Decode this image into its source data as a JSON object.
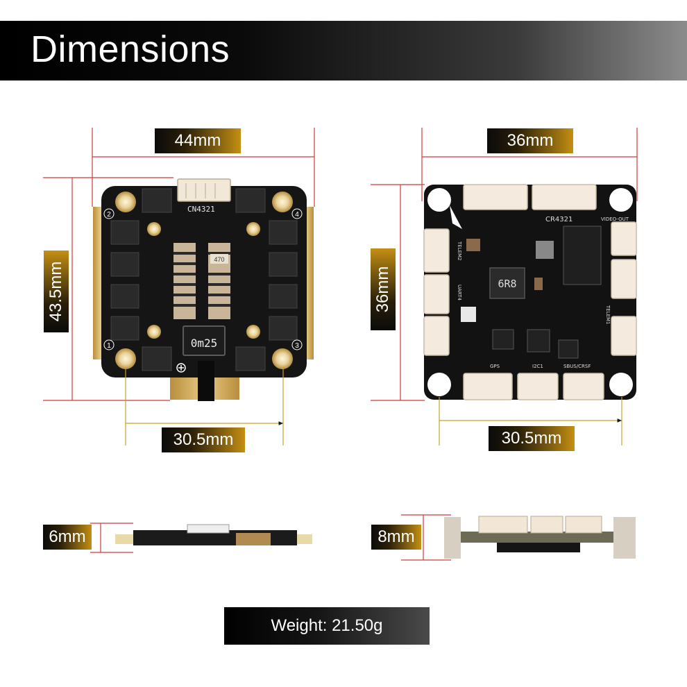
{
  "header": {
    "title": "Dimensions"
  },
  "esc": {
    "width_label": "44mm",
    "height_label": "43.5mm",
    "mount_label": "30.5mm",
    "thickness_label": "6mm",
    "silk_connector": "CN4321",
    "silk_shunt": "0m25",
    "silk_resistor": "470",
    "motor_numbers": [
      "1",
      "2",
      "3",
      "4"
    ]
  },
  "fc": {
    "width_label": "36mm",
    "height_label": "36mm",
    "mount_label": "30.5mm",
    "thickness_label": "8mm",
    "silk_connector": "CR4321",
    "silk_inductor": "6R8",
    "silk_pads": [
      "VIDEO-OUT",
      "GPS",
      "I2C1",
      "SBUS/CRSF",
      "TELEM2",
      "UART4",
      "TELEM1"
    ]
  },
  "weight": {
    "text": "Weight: 21.50g"
  },
  "colors": {
    "dimension_line": "#d23a3a",
    "mount_line": "#c9a227",
    "pcb": "#121212",
    "gold_pad": "#d8b56a"
  }
}
